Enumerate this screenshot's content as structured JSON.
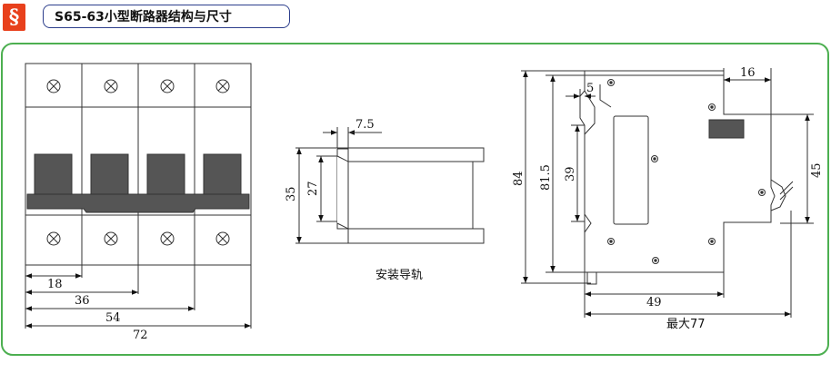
{
  "header": {
    "badge_symbol": "§",
    "title": "S65-63小型断路器结构与尺寸"
  },
  "colors": {
    "badge": "#e8401c",
    "frame_border": "#4caf50",
    "handle": "#555555",
    "title_border": "#2c3e8c"
  },
  "front_view": {
    "dims": [
      "18",
      "36",
      "54",
      "72"
    ]
  },
  "rail": {
    "caption": "安装导轨",
    "dims": {
      "top": "7.5",
      "outer": "35",
      "inner": "27"
    }
  },
  "side_view": {
    "dims": {
      "height_total": "84",
      "height_body": "81.5",
      "window": "39",
      "slot": "5",
      "top_right": "16",
      "right_height": "45",
      "depth": "49",
      "max_depth": "最大77"
    }
  }
}
